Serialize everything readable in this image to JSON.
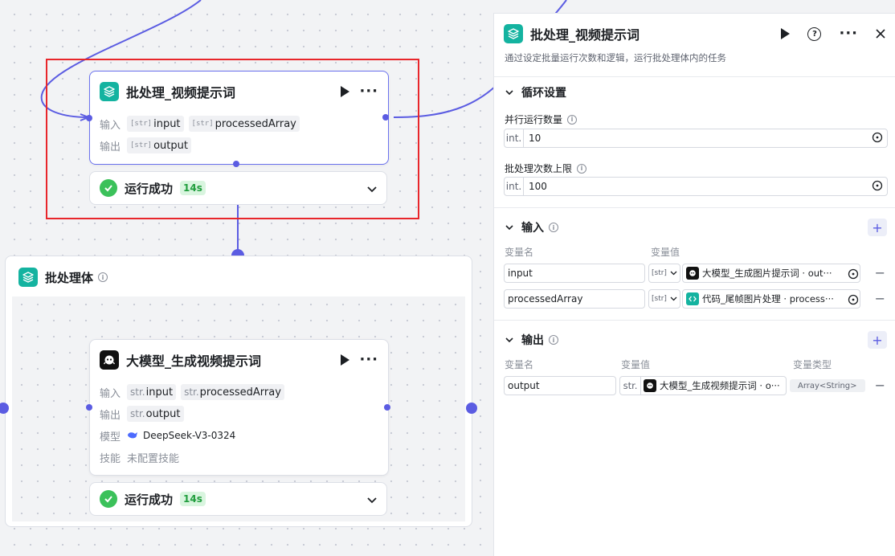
{
  "batch_node": {
    "title": "批处理_视频提示词",
    "input_label": "输入",
    "output_label": "输出",
    "type_tag": "[str]",
    "inputs": [
      "input",
      "processedArray"
    ],
    "outputs": [
      "output"
    ],
    "status": "运行成功",
    "duration": "14s"
  },
  "container": {
    "title": "批处理体"
  },
  "llm_node": {
    "title": "大模型_生成视频提示词",
    "input_label": "输入",
    "output_label": "输出",
    "model_label": "模型",
    "skill_label": "技能",
    "type_tag": "str.",
    "inputs": [
      "input",
      "processedArray"
    ],
    "outputs": [
      "output"
    ],
    "model": "DeepSeek-V3-0324",
    "skill": "未配置技能",
    "status": "运行成功",
    "duration": "14s"
  },
  "panel": {
    "title": "批处理_视频提示词",
    "description": "通过设定批量运行次数和逻辑，运行批处理体内的任务",
    "loop_section": "循环设置",
    "parallel_label": "并行运行数量",
    "parallel_prefix": "int.",
    "parallel_value": "10",
    "max_label": "批处理次数上限",
    "max_prefix": "int.",
    "max_value": "100",
    "input_section": "输入",
    "output_section": "输出",
    "col_var_name": "变量名",
    "col_var_value": "变量值",
    "col_var_type": "变量类型",
    "input_rows": [
      {
        "name": "input",
        "type": "[str]",
        "ref": "大模型_生成图片提示词 · out···"
      },
      {
        "name": "processedArray",
        "type": "[str]",
        "ref": "代码_尾帧图片处理 · process···"
      }
    ],
    "output_rows": [
      {
        "name": "output",
        "type": "str.",
        "ref": "大模型_生成视频提示词 · o···",
        "var_type": "Array<String>"
      }
    ]
  },
  "colors": {
    "accent": "#5b5ce2",
    "teal": "#14b3a0",
    "success": "#3bc15a",
    "highlight": "#e8262b"
  },
  "icons": [
    "layers-icon",
    "bot-icon",
    "code-icon",
    "play-icon",
    "more-icon",
    "help-icon",
    "close-icon",
    "check-icon",
    "chevron-down-icon",
    "info-icon",
    "plus-icon",
    "minus-icon",
    "target-icon",
    "whale-icon"
  ]
}
